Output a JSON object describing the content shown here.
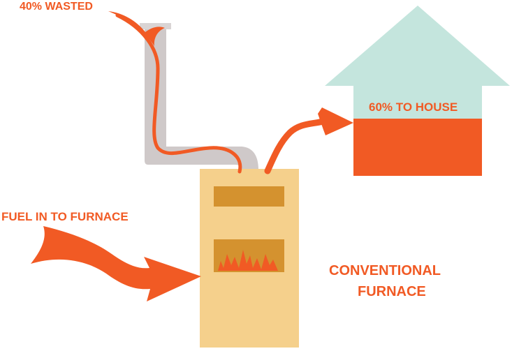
{
  "labels": {
    "wasted": "40% WASTED",
    "to_house": "60% TO HOUSE",
    "fuel_in": "FUEL IN TO FURNACE",
    "furnace_line1": "CONVENTIONAL",
    "furnace_line2": "FURNACE"
  },
  "values": {
    "wasted_percent": 40,
    "to_house_percent": 60
  },
  "colors": {
    "arrow": "#f15a24",
    "house_roof": "#c4e5dd",
    "house_body": "#f15a24",
    "furnace_body": "#f5d08c",
    "furnace_panel": "#d4922f",
    "chimney": "#cfc9c9",
    "flame": "#f15a24"
  }
}
